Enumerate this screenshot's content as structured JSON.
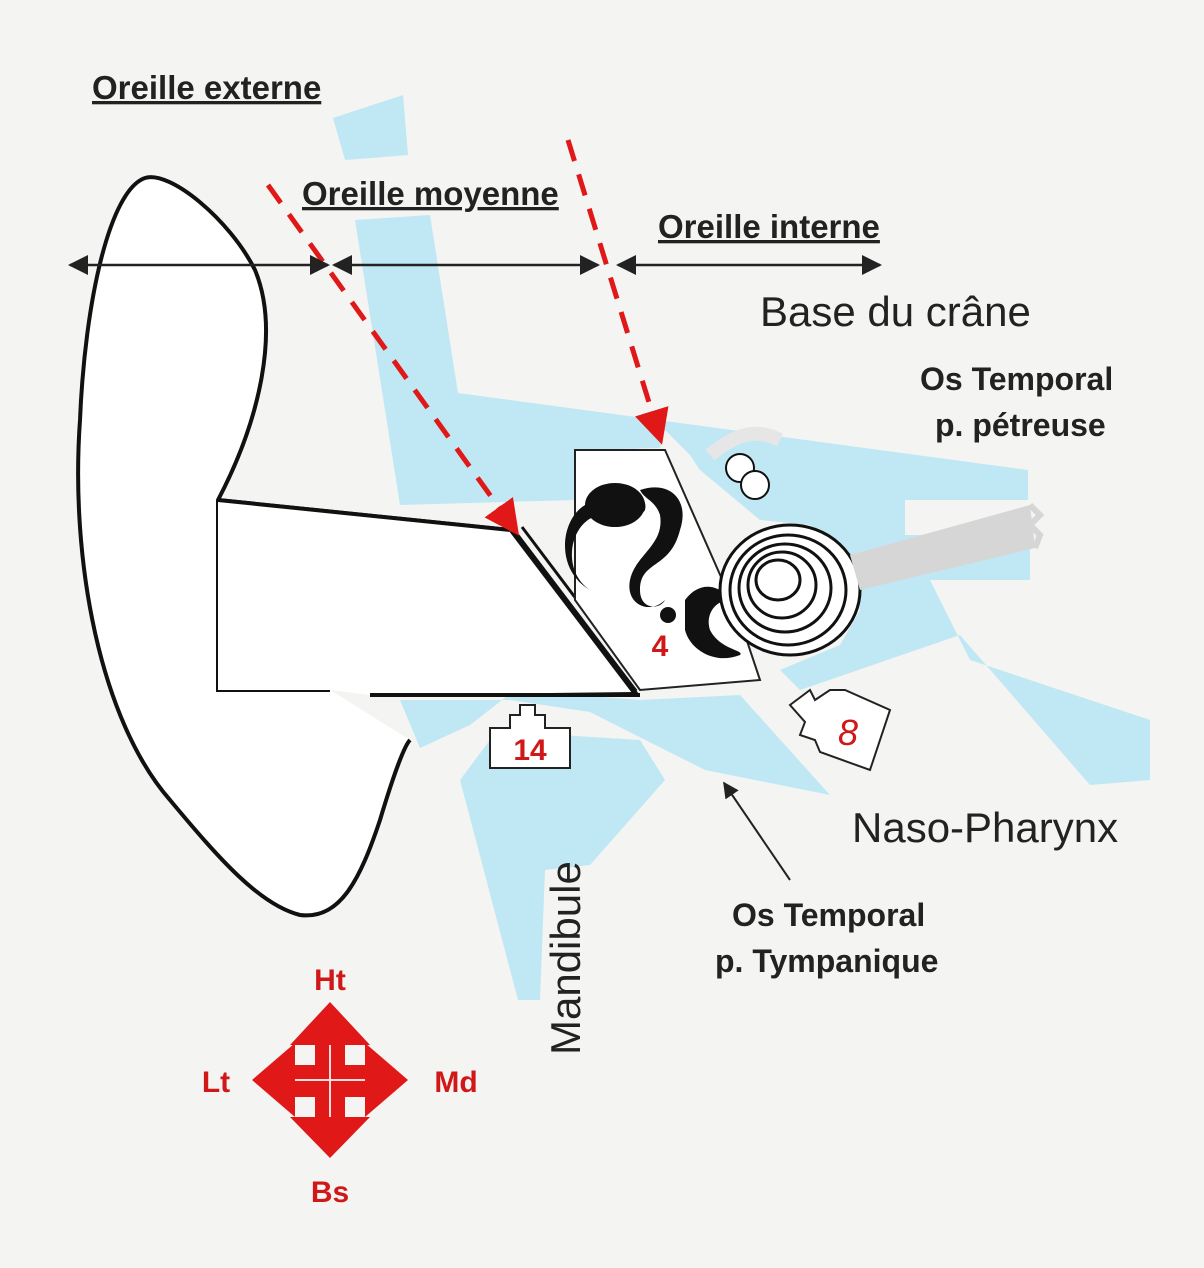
{
  "labels": {
    "oreille_externe": "Oreille externe",
    "oreille_moyenne": "Oreille moyenne",
    "oreille_interne": "Oreille interne",
    "base_du_crane": "Base du crâne",
    "os_temporal_petreuse_line1": "Os Temporal",
    "os_temporal_petreuse_line2": "p. pétreuse",
    "naso_pharynx": "Naso-Pharynx",
    "os_temporal_tympanique_line1": "Os Temporal",
    "os_temporal_tympanique_line2": "p. Tympanique",
    "mandibule": "Mandibule"
  },
  "markers": {
    "num_4": "4",
    "num_8": "8",
    "num_14": "14"
  },
  "compass": {
    "up": "Ht",
    "down": "Bs",
    "left": "Lt",
    "right": "Md"
  },
  "colors": {
    "bone": "#bfe8f4",
    "arrow_red": "#e01818",
    "dashed_red": "#e01818",
    "ink": "#222222"
  }
}
